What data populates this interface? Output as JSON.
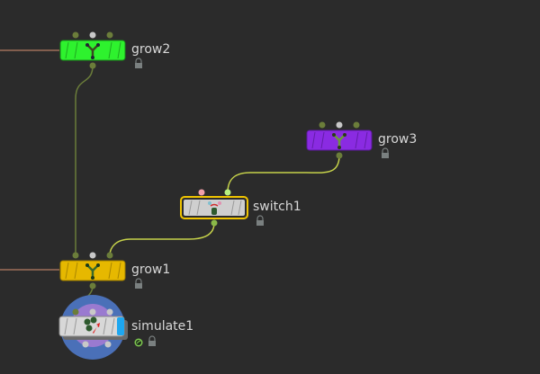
{
  "network": {
    "background": "#2b2b2b",
    "nodes": [
      {
        "id": "grow2",
        "name": "grow2",
        "type": "grow",
        "color": "#2ef22e",
        "flag": "none",
        "locked": true
      },
      {
        "id": "grow3",
        "name": "grow3",
        "type": "grow",
        "color": "#8a2be2",
        "flag": "none",
        "locked": true
      },
      {
        "id": "switch1",
        "name": "switch1",
        "type": "switch",
        "color": "#cfcfcf",
        "flag": "selected",
        "locked": true
      },
      {
        "id": "grow1",
        "name": "grow1",
        "type": "grow",
        "color": "#e6b800",
        "flag": "none",
        "locked": true
      },
      {
        "id": "simulate1",
        "name": "simulate1",
        "type": "simulate",
        "color": "#d8d8d8",
        "flag": "display",
        "display_flag_color": "#1ea7f0",
        "locked": true,
        "cooked": true
      }
    ],
    "connections": [
      {
        "from": "offscreen-left",
        "to": "grow2",
        "color": "#a0705a"
      },
      {
        "from": "offscreen-left",
        "to": "grow1",
        "color": "#a0705a"
      },
      {
        "from": "grow2",
        "to": "grow1",
        "color": "#6b7d3a"
      },
      {
        "from": "grow3",
        "to": "switch1",
        "color": "#c6d24a"
      },
      {
        "from": "switch1",
        "to": "grow1",
        "color": "#c6d24a"
      },
      {
        "from": "grow1",
        "to": "simulate1",
        "color": "#6b7d3a"
      }
    ],
    "icons": {
      "grow": "grow-node-icon",
      "switch": "switch-node-icon",
      "simulate": "simulate-node-icon",
      "lock": "lock-icon",
      "cook": "cook-status-icon"
    }
  }
}
